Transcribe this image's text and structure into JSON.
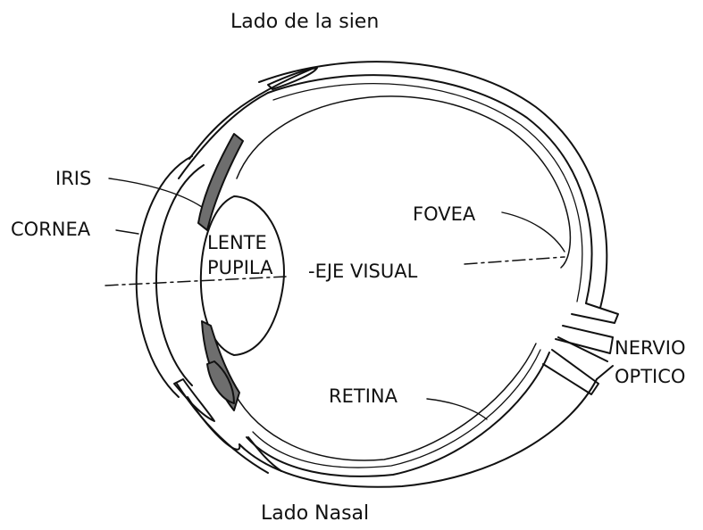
{
  "diagram": {
    "top_caption": "Lado de la sien",
    "bottom_caption": "Lado Nasal",
    "labels": {
      "iris": "IRIS",
      "cornea": "CORNEA",
      "lente": "LENTE",
      "pupila": "PUPILA",
      "eje_visual": "-EJE VISUAL",
      "fovea": "FOVEA",
      "retina": "RETINA",
      "nervio": "NERVIO",
      "optico": "OPTICO"
    },
    "colors": {
      "line": "#111111",
      "fill_dark": "#6e6e6e",
      "background": "#ffffff"
    }
  }
}
